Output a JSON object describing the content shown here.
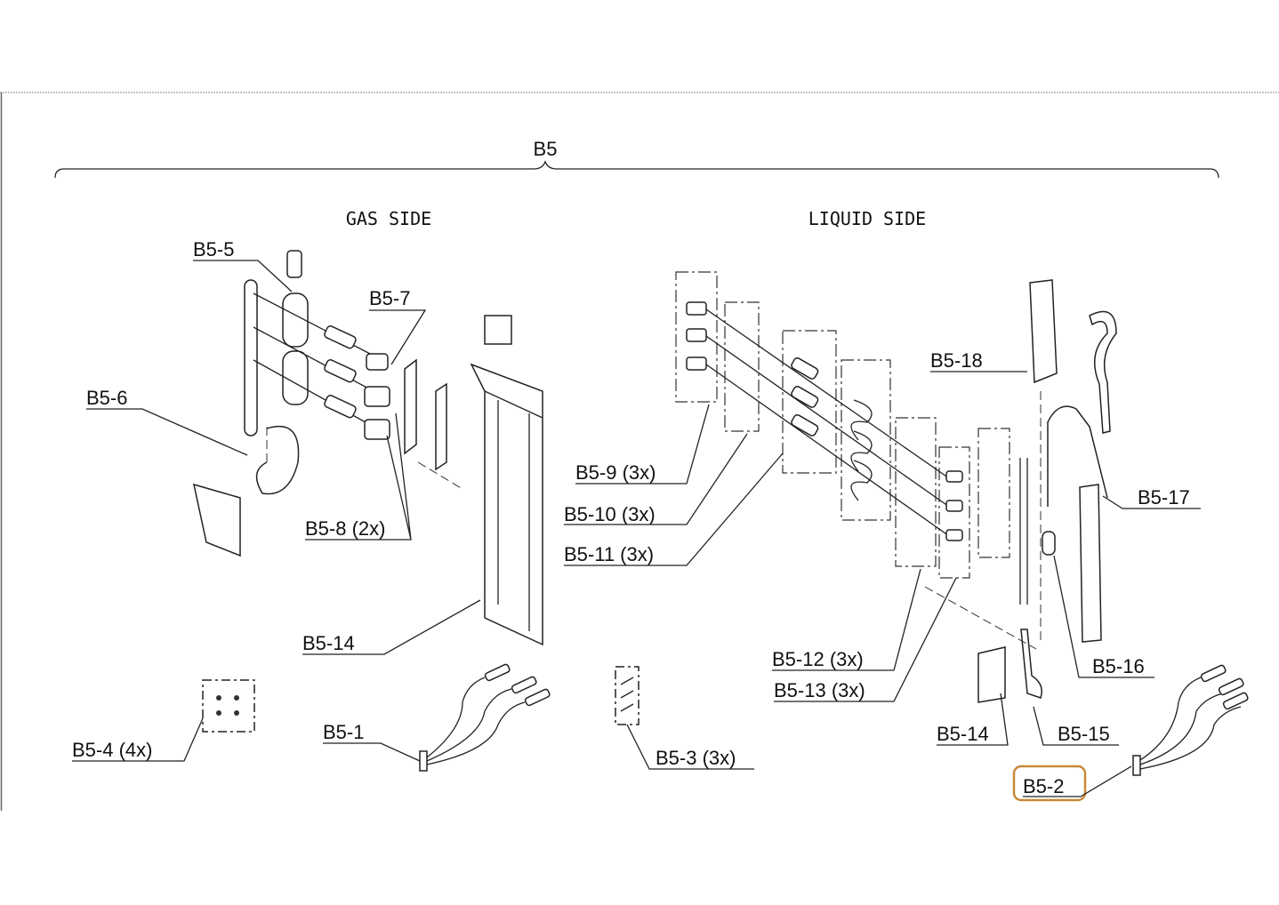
{
  "diagram": {
    "group_label": "B5",
    "sections": {
      "gas_side": "GAS SIDE",
      "liquid_side": "LIQUID SIDE"
    },
    "highlight_color": "#c8893a",
    "highlighted_part": "B5-2",
    "callouts": {
      "b5_5": "B5-5",
      "b5_7": "B5-7",
      "b5_6": "B5-6",
      "b5_8": "B5-8 (2x)",
      "b5_14_left": "B5-14",
      "b5_4": "B5-4 (4x)",
      "b5_1": "B5-1",
      "b5_3": "B5-3 (3x)",
      "b5_9": "B5-9 (3x)",
      "b5_10": "B5-10 (3x)",
      "b5_11": "B5-11 (3x)",
      "b5_18": "B5-18",
      "b5_17": "B5-17",
      "b5_16": "B5-16",
      "b5_12": "B5-12 (3x)",
      "b5_13": "B5-13 (3x)",
      "b5_14_right": "B5-14",
      "b5_15": "B5-15",
      "b5_2": "B5-2"
    }
  }
}
